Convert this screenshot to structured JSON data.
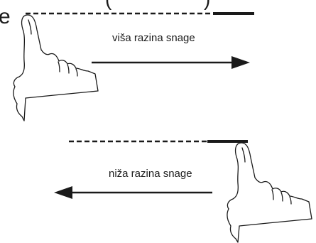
{
  "header": {
    "fragment_letter": "e",
    "fragment_paren_left": "(",
    "fragment_paren_right": ")"
  },
  "upper_gesture": {
    "label": "viša razina snage",
    "direction": "right"
  },
  "lower_gesture": {
    "label": "niža razina snage",
    "direction": "left"
  },
  "colors": {
    "line": "#1a1a1a",
    "background": "#ffffff"
  }
}
